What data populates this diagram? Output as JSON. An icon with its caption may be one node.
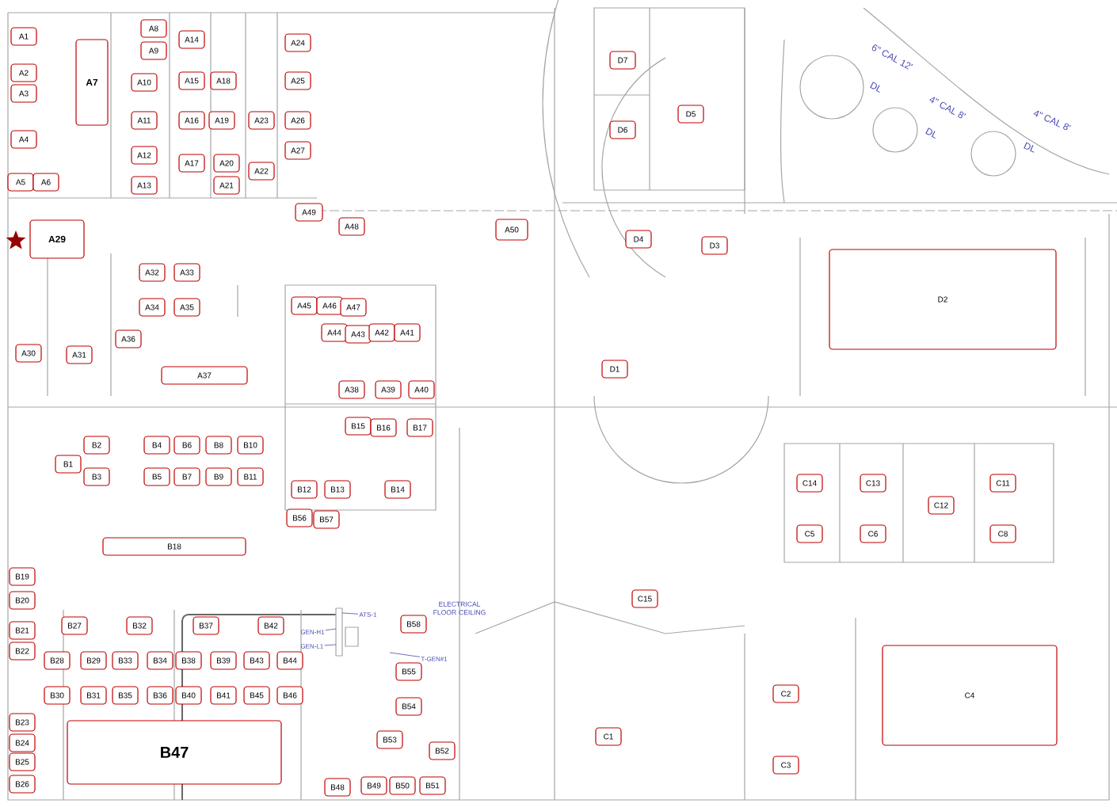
{
  "diagram": {
    "nodes": [
      {
        "text": [
          "A1"
        ]
      },
      {
        "text": [
          "A2"
        ]
      },
      {
        "text": [
          "A3"
        ]
      },
      {
        "text": [
          "A4"
        ]
      },
      {
        "text": [
          "A5"
        ]
      },
      {
        "text": [
          "A6"
        ]
      },
      {
        "text": [
          "A7"
        ]
      },
      {
        "text": [
          "A8"
        ]
      },
      {
        "text": [
          "A9"
        ]
      },
      {
        "text": [
          "A10"
        ]
      },
      {
        "text": [
          "A11"
        ]
      },
      {
        "text": [
          "A12"
        ]
      },
      {
        "text": [
          "A13"
        ]
      },
      {
        "text": [
          "A14"
        ]
      },
      {
        "text": [
          "A15"
        ]
      },
      {
        "text": [
          "A16"
        ]
      },
      {
        "text": [
          "A17"
        ]
      },
      {
        "text": [
          "A18"
        ]
      },
      {
        "text": [
          "A19"
        ]
      },
      {
        "text": [
          "A20"
        ]
      },
      {
        "text": [
          "A21"
        ]
      },
      {
        "text": [
          "A23"
        ]
      },
      {
        "text": [
          "A22"
        ]
      },
      {
        "text": [
          "A24"
        ]
      },
      {
        "text": [
          "A25"
        ]
      },
      {
        "text": [
          "A26"
        ]
      },
      {
        "text": [
          "A27"
        ]
      },
      {
        "text": [
          "A49"
        ]
      },
      {
        "text": [
          "A48"
        ]
      },
      {
        "text": [
          "A29"
        ]
      },
      {
        "text": [
          "A50"
        ]
      },
      {
        "text": [
          "A32"
        ]
      },
      {
        "text": [
          "A33"
        ]
      },
      {
        "text": [
          "A34"
        ]
      },
      {
        "text": [
          "A35"
        ]
      },
      {
        "text": [
          "A45"
        ]
      },
      {
        "text": [
          "A46"
        ]
      },
      {
        "text": [
          "A47"
        ]
      },
      {
        "text": [
          "A44"
        ]
      },
      {
        "text": [
          "A43"
        ]
      },
      {
        "text": [
          "A42"
        ]
      },
      {
        "text": [
          "A41"
        ]
      },
      {
        "text": [
          "A36"
        ]
      },
      {
        "text": [
          "A30"
        ]
      },
      {
        "text": [
          "A31"
        ]
      },
      {
        "text": [
          "A37"
        ]
      },
      {
        "text": [
          "A38"
        ]
      },
      {
        "text": [
          "A39"
        ]
      },
      {
        "text": [
          "A40"
        ]
      },
      {
        "text": [
          "B15"
        ]
      },
      {
        "text": [
          "B16"
        ]
      },
      {
        "text": [
          "B17"
        ]
      },
      {
        "text": [
          "B2"
        ]
      },
      {
        "text": [
          "B4"
        ]
      },
      {
        "text": [
          "B6"
        ]
      },
      {
        "text": [
          "B8"
        ]
      },
      {
        "text": [
          "B10"
        ]
      },
      {
        "text": [
          "B1"
        ]
      },
      {
        "text": [
          "B3"
        ]
      },
      {
        "text": [
          "B5"
        ]
      },
      {
        "text": [
          "B7"
        ]
      },
      {
        "text": [
          "B9"
        ]
      },
      {
        "text": [
          "B11"
        ]
      },
      {
        "text": [
          "B12"
        ]
      },
      {
        "text": [
          "B13"
        ]
      },
      {
        "text": [
          "B14"
        ]
      },
      {
        "text": [
          "B56"
        ]
      },
      {
        "text": [
          "B57"
        ]
      },
      {
        "text": [
          "B18"
        ]
      },
      {
        "text": [
          "B19"
        ]
      },
      {
        "text": [
          "B20"
        ]
      },
      {
        "text": [
          "B21"
        ]
      },
      {
        "text": [
          "B22"
        ]
      },
      {
        "text": [
          "B27"
        ]
      },
      {
        "text": [
          "B32"
        ]
      },
      {
        "text": [
          "B37"
        ]
      },
      {
        "text": [
          "B42"
        ]
      },
      {
        "text": [
          "B58"
        ]
      },
      {
        "text": [
          "B28"
        ]
      },
      {
        "text": [
          "B29"
        ]
      },
      {
        "text": [
          "B33"
        ]
      },
      {
        "text": [
          "B34"
        ]
      },
      {
        "text": [
          "B38"
        ]
      },
      {
        "text": [
          "B39"
        ]
      },
      {
        "text": [
          "B43"
        ]
      },
      {
        "text": [
          "B44"
        ]
      },
      {
        "text": [
          "B55"
        ]
      },
      {
        "text": [
          "B30"
        ]
      },
      {
        "text": [
          "B31"
        ]
      },
      {
        "text": [
          "B35"
        ]
      },
      {
        "text": [
          "B36"
        ]
      },
      {
        "text": [
          "B40"
        ]
      },
      {
        "text": [
          "B41"
        ]
      },
      {
        "text": [
          "B45"
        ]
      },
      {
        "text": [
          "B46"
        ]
      },
      {
        "text": [
          "B54"
        ]
      },
      {
        "text": [
          "B23"
        ]
      },
      {
        "text": [
          "B24"
        ]
      },
      {
        "text": [
          "B53"
        ]
      },
      {
        "text": [
          "B47"
        ]
      },
      {
        "text": [
          "B52"
        ]
      },
      {
        "text": [
          "B25"
        ]
      },
      {
        "text": [
          "B26"
        ]
      },
      {
        "text": [
          "B48"
        ]
      },
      {
        "text": [
          "B49"
        ]
      },
      {
        "text": [
          "B50"
        ]
      },
      {
        "text": [
          "B51"
        ]
      },
      {
        "text": [
          "D7"
        ]
      },
      {
        "text": [
          "D5"
        ]
      },
      {
        "text": [
          "D6"
        ]
      },
      {
        "text": [
          "D4"
        ]
      },
      {
        "text": [
          "D3"
        ]
      },
      {
        "text": [
          "D2"
        ]
      },
      {
        "text": [
          "D1"
        ]
      },
      {
        "text": [
          "C14"
        ]
      },
      {
        "text": [
          "C13"
        ]
      },
      {
        "text": [
          "C11"
        ]
      },
      {
        "text": [
          "C12"
        ]
      },
      {
        "text": [
          "C5"
        ]
      },
      {
        "text": [
          "C6"
        ]
      },
      {
        "text": [
          "C8"
        ]
      },
      {
        "text": [
          "C15"
        ]
      },
      {
        "text": [
          "C2"
        ]
      },
      {
        "text": [
          "C4"
        ]
      },
      {
        "text": [
          "C1"
        ]
      },
      {
        "text": [
          "C3"
        ]
      },
      {
        "text": [
          "ATS-1"
        ]
      },
      {
        "text": [
          "GEN-H1"
        ]
      },
      {
        "text": [
          "GEN-L1"
        ]
      },
      {
        "text": [
          "T-GEN#1"
        ]
      }
    ],
    "edges": [
      {
        "from": 126,
        "to": null,
        "arrow": "none"
      },
      {
        "from": 127,
        "to": null,
        "arrow": "none"
      },
      {
        "from": 128,
        "to": null,
        "arrow": "none"
      },
      {
        "from": 129,
        "to": null,
        "arrow": "none"
      }
    ],
    "labels": [
      "ELECTRICAL FLOOR CEILING",
      "6\" CAL 12'",
      "DL",
      "4\" CAL 8'",
      "DL",
      "4\" CAL 8'",
      "DL"
    ]
  }
}
